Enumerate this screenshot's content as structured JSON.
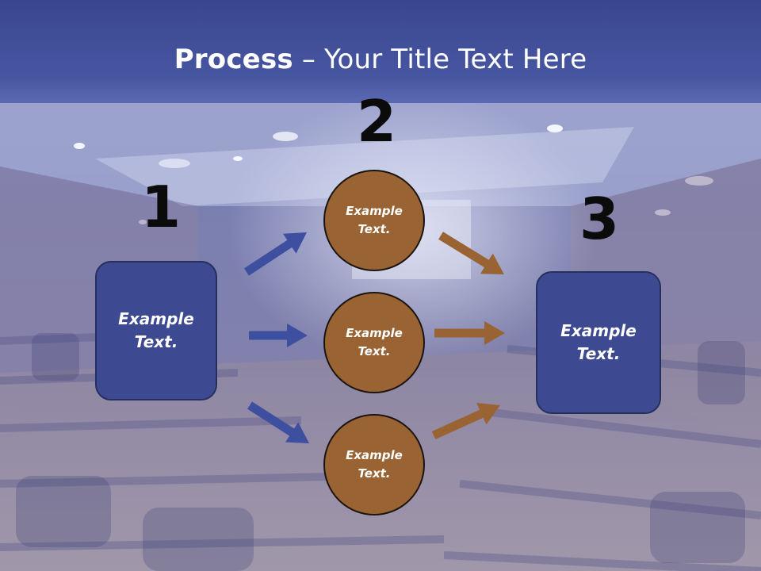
{
  "title": {
    "bold": "Process",
    "rest": " – Your Title Text Here"
  },
  "steps": {
    "one": "1",
    "two": "2",
    "three": "3"
  },
  "boxes": {
    "left": "Example\nText.",
    "right": "Example\nText."
  },
  "circles": {
    "top": "Example\nText.",
    "middle": "Example\nText.",
    "bottom": "Example\nText."
  },
  "colors": {
    "box": "#3d4a92",
    "circle": "#9a6333",
    "arrow_blue": "#3f4fa0",
    "arrow_brown": "#9a6333",
    "header": "#3e4d9a"
  }
}
